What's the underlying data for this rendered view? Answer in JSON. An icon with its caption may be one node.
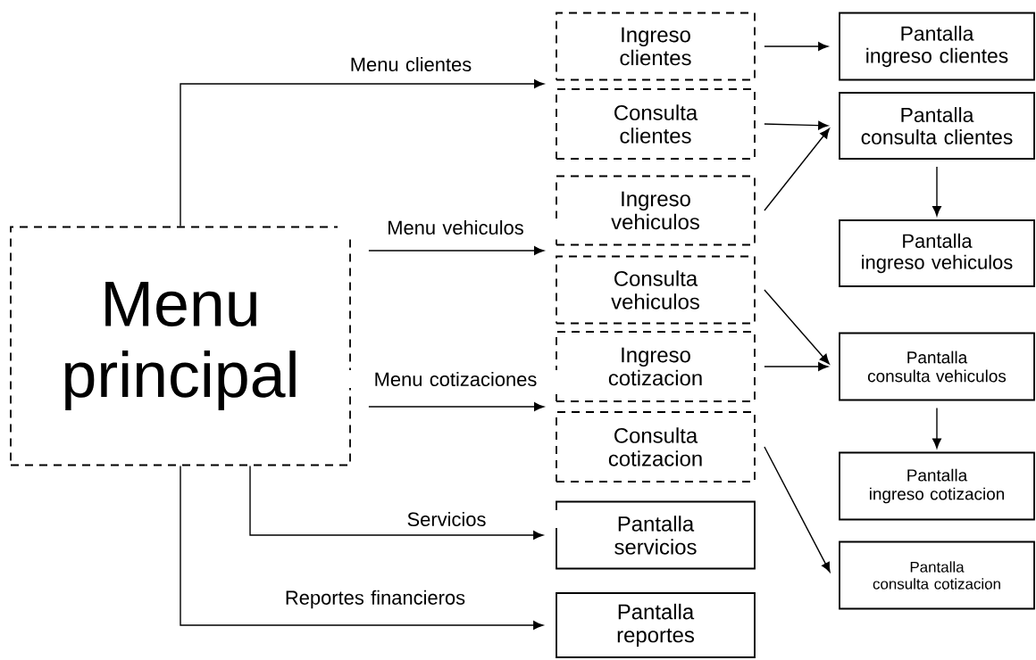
{
  "diagram": {
    "nodes": [
      {
        "text": [
          "Menu principal"
        ]
      },
      {
        "text": [
          "Ingreso clientes"
        ]
      },
      {
        "text": [
          "Consulta clientes"
        ]
      },
      {
        "text": [
          "Ingreso vehiculos"
        ]
      },
      {
        "text": [
          "Consulta vehiculos"
        ]
      },
      {
        "text": [
          "Ingreso cotizacion"
        ]
      },
      {
        "text": [
          "Consulta cotizacion"
        ]
      },
      {
        "text": [
          "Pantalla servicios"
        ]
      },
      {
        "text": [
          "Pantalla reportes"
        ]
      },
      {
        "text": [
          "Pantalla",
          "ingreso clientes"
        ]
      },
      {
        "text": [
          "Pantalla",
          "consulta clientes"
        ]
      },
      {
        "text": [
          "Pantalla",
          "ingreso vehiculos"
        ]
      },
      {
        "text": [
          "Pantalla",
          "consulta vehiculos"
        ]
      },
      {
        "text": [
          "Pantalla",
          "ingreso cotizacion"
        ]
      },
      {
        "text": [
          "Pantalla",
          "consulta cotizacion"
        ]
      }
    ],
    "edges": [
      {
        "from": 0,
        "to": 1,
        "arrow": "to",
        "label": "Menu clientes"
      },
      {
        "from": 0,
        "to": 2,
        "arrow": "to"
      },
      {
        "from": 0,
        "to": 3,
        "arrow": "to",
        "label": "Menu vehiculos"
      },
      {
        "from": 0,
        "to": 4,
        "arrow": "to"
      },
      {
        "from": 0,
        "to": 5,
        "arrow": "to",
        "label": "Menu cotizaciones"
      },
      {
        "from": 0,
        "to": 6,
        "arrow": "to"
      },
      {
        "from": 0,
        "to": 7,
        "arrow": "to",
        "label": "Servicios"
      },
      {
        "from": 0,
        "to": 8,
        "arrow": "to",
        "label": "Reportes financieros"
      },
      {
        "from": 1,
        "to": 9,
        "arrow": "to"
      },
      {
        "from": 2,
        "to": 10,
        "arrow": "to"
      },
      {
        "from": 3,
        "to": 10,
        "arrow": "to"
      },
      {
        "from": 10,
        "to": 11,
        "arrow": "to"
      },
      {
        "from": 4,
        "to": 12,
        "arrow": "to"
      },
      {
        "from": 5,
        "to": 12,
        "arrow": "to"
      },
      {
        "from": 12,
        "to": 13,
        "arrow": "to"
      },
      {
        "from": 6,
        "to": 14,
        "arrow": "to"
      }
    ]
  }
}
